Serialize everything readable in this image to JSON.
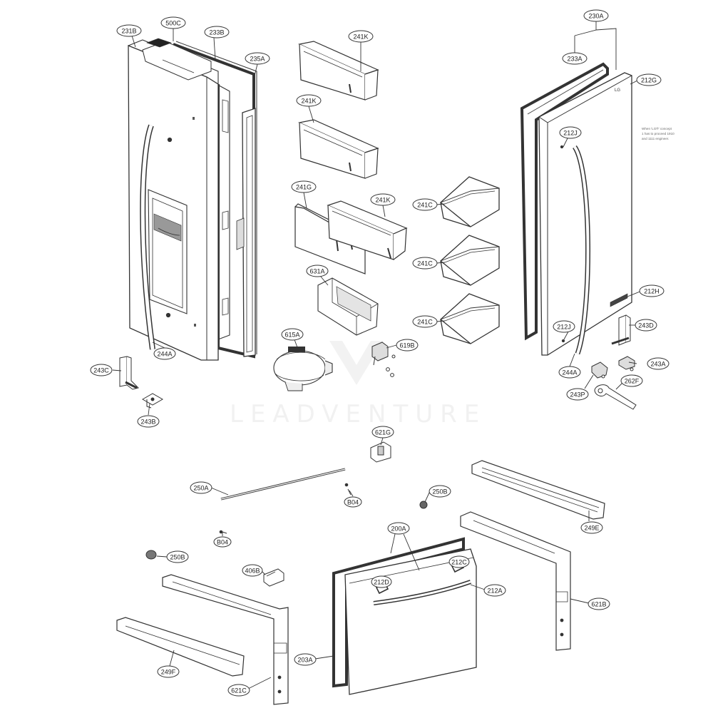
{
  "labels": {
    "l231B": "231B",
    "l500C": "500C",
    "l233B": "233B",
    "l235A": "235A",
    "l241K_1": "241K",
    "l241K_2": "241K",
    "l241K_3": "241K",
    "l241G": "241G",
    "l241C_1": "241C",
    "l241C_2": "241C",
    "l241C_3": "241C",
    "l230A": "230A",
    "l233A": "233A",
    "l212G": "212G",
    "l212J_1": "212J",
    "l212J_2": "212J",
    "l212H": "212H",
    "l243D": "243D",
    "l243A": "243A",
    "l244A_left": "244A",
    "l244A_right": "244A",
    "l243P": "243P",
    "l262F": "262F",
    "l631A": "631A",
    "l615A": "615A",
    "l619B": "619B",
    "l243C": "243C",
    "l243B": "243B",
    "l621G": "621G",
    "l250A": "250A",
    "lB04_1": "B04",
    "lB04_2": "B04",
    "l250B_1": "250B",
    "l250B_2": "250B",
    "l249E": "249E",
    "l200A": "200A",
    "l212D": "212D",
    "l212C": "212C",
    "l212A": "212A",
    "l406B": "406B",
    "l621B": "621B",
    "l203A": "203A",
    "l249F": "249F",
    "l621C": "621C"
  },
  "watermark": "LEADVENTURE"
}
